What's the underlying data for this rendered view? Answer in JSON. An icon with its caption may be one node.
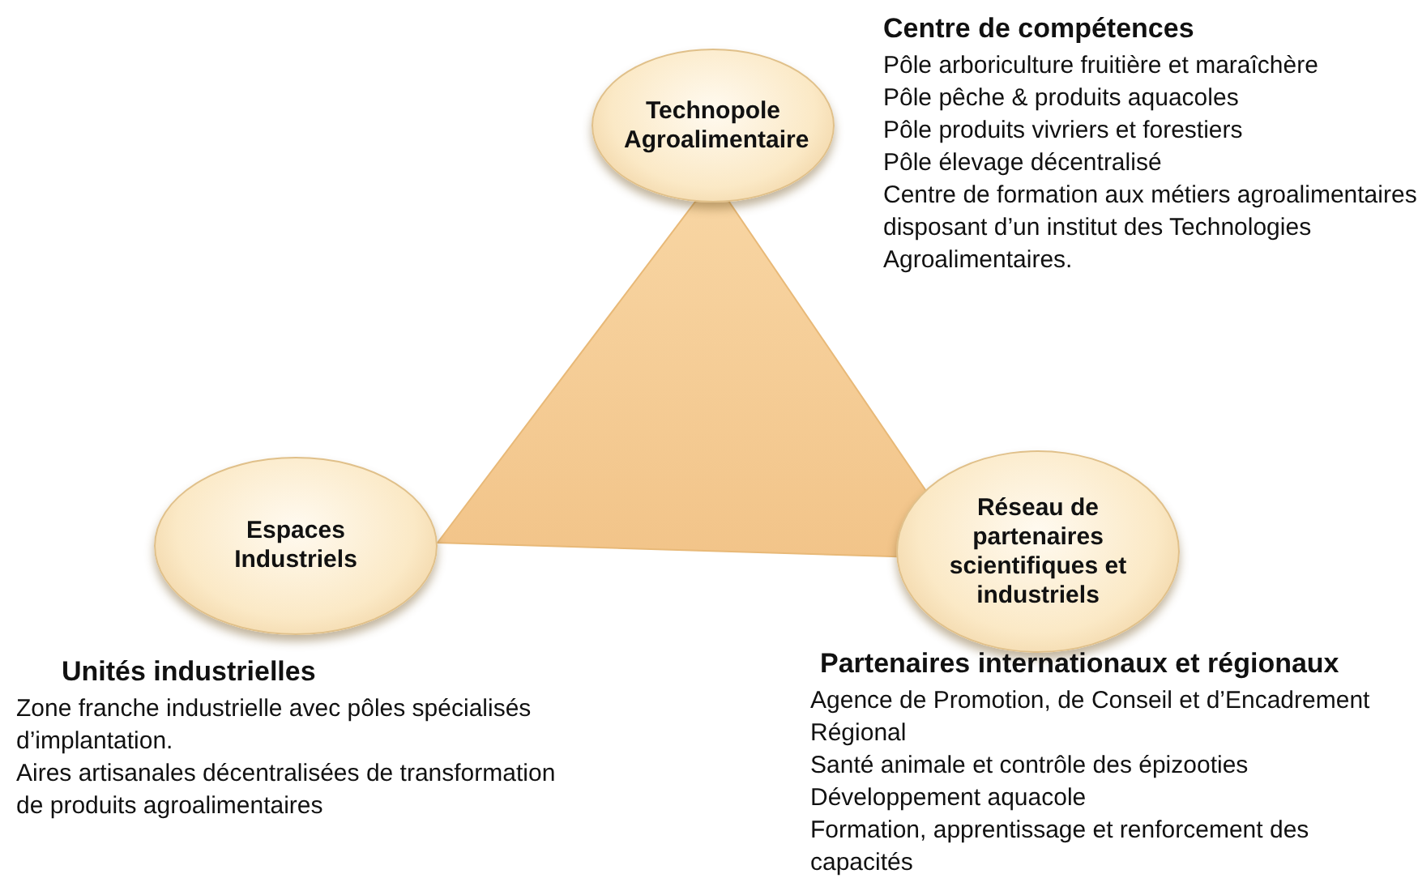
{
  "diagram": {
    "nodes": [
      {
        "text": [
          "Technopole Agroalimentaire"
        ],
        "beside": [
          "Centre de compétences",
          "Pôle arboriculture fruitière et maraîchère",
          "Pôle pêche & produits aquacoles",
          "Pôle produits vivriers et forestiers",
          "Pôle élevage décentralisé",
          "Centre de formation aux métiers agroalimentaires disposant d’un institut des Technologies Agroalimentaires."
        ]
      },
      {
        "text": [
          "Espaces Industriels"
        ],
        "beside": [
          "Unités industrielles",
          "Zone franche industrielle avec pôles spécialisés d’implantation.",
          "Aires artisanales décentralisées de transformation de produits agroalimentaires"
        ]
      },
      {
        "text": [
          "Réseau de partenaires scientifiques et industriels"
        ],
        "beside": [
          "Partenaires internationaux et régionaux",
          "Agence de Promotion, de Conseil et d’Encadrement Régional",
          "Santé animale et contrôle des épizooties",
          "Développement aquacole",
          "Formation, apprentissage et renforcement des capacités"
        ]
      }
    ]
  }
}
